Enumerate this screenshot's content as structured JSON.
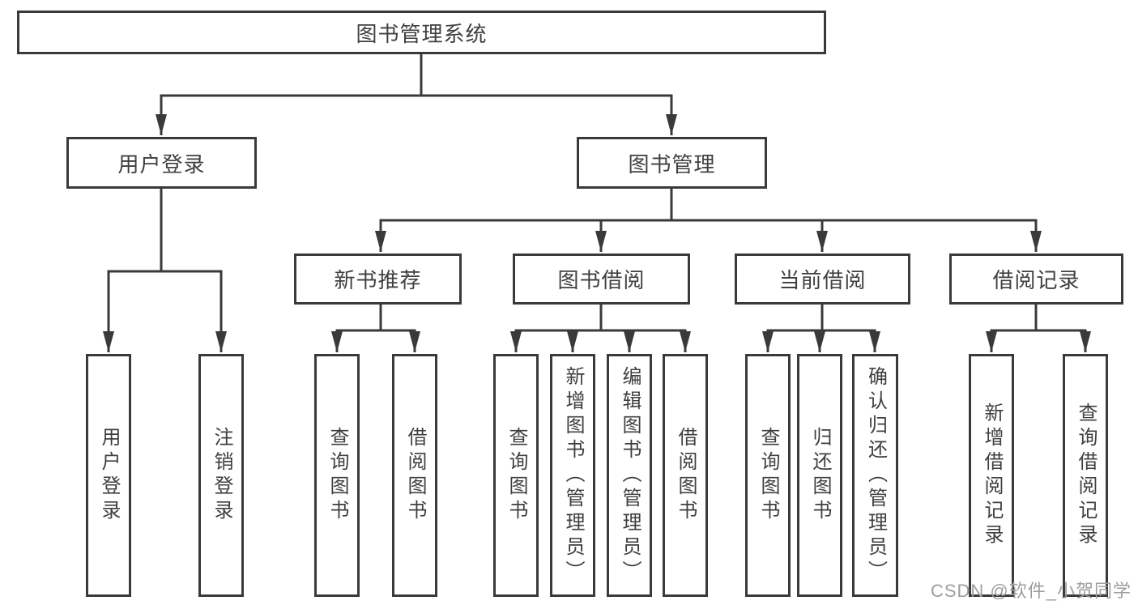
{
  "diagram_type": "hierarchy-tree",
  "colors": {
    "line": "#3a3a3a",
    "box_border": "#3a3a3a",
    "box_fill": "#ffffff",
    "text": "#3f3f3f",
    "watermark_text": "#9e9e9e",
    "background": "#ffffff"
  },
  "tree": {
    "label": "图书管理系统",
    "children": [
      {
        "label": "用户登录",
        "children": [
          {
            "label": "用户登录"
          },
          {
            "label": "注销登录"
          }
        ]
      },
      {
        "label": "图书管理",
        "children": [
          {
            "label": "新书推荐",
            "children": [
              {
                "label": "查询图书"
              },
              {
                "label": "借阅图书"
              }
            ]
          },
          {
            "label": "图书借阅",
            "children": [
              {
                "label": "查询图书"
              },
              {
                "label": "新增图书（管理员）"
              },
              {
                "label": "编辑图书（管理员）"
              },
              {
                "label": "借阅图书"
              }
            ]
          },
          {
            "label": "当前借阅",
            "children": [
              {
                "label": "查询图书"
              },
              {
                "label": "归还图书"
              },
              {
                "label": "确认归还（管理员）"
              }
            ]
          },
          {
            "label": "借阅记录",
            "children": [
              {
                "label": "新增借阅记录"
              },
              {
                "label": "查询借阅记录"
              }
            ]
          }
        ]
      }
    ]
  },
  "watermark": {
    "text": "CSDN @软件_小贺同学"
  }
}
